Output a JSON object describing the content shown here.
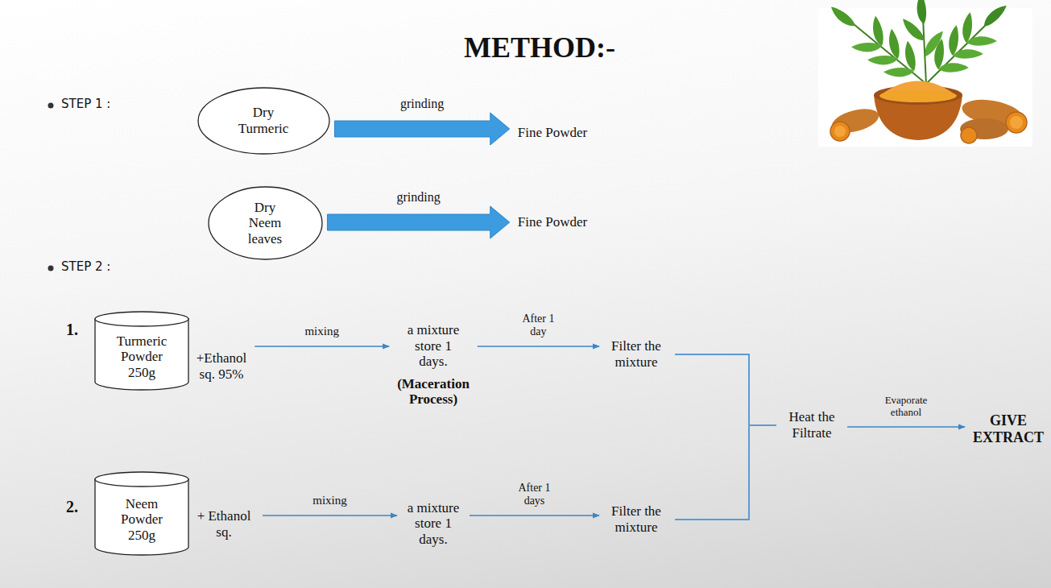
{
  "diagram": {
    "title": "METHOD:-",
    "nodes": [
      {
        "text": [
          "Dry Turmeric"
        ]
      },
      {
        "text": [
          "Fine Powder"
        ]
      },
      {
        "text": [
          "Dry Neem leaves"
        ]
      },
      {
        "text": [
          "Fine Powder"
        ]
      },
      {
        "text": [
          "Turmeric Powder 250g"
        ]
      },
      {
        "text": [
          "+Ethanol sq. 95%"
        ]
      },
      {
        "text": [
          "a mixture store 1 days.",
          "(Maceration Process)"
        ]
      },
      {
        "text": [
          "Filter the mixture"
        ]
      },
      {
        "text": [
          "Neem Powder 250g"
        ]
      },
      {
        "text": [
          "+ Ethanol sq."
        ]
      },
      {
        "text": [
          "a mixture store 1 days."
        ]
      },
      {
        "text": [
          "Filter the mixture"
        ]
      },
      {
        "text": [
          "Heat the Filtrate"
        ]
      },
      {
        "text": [
          "GIVE EXTRACT"
        ]
      }
    ],
    "edges": [
      {
        "from": 0,
        "to": 1,
        "arrow": "to",
        "label": "grinding"
      },
      {
        "from": 2,
        "to": 3,
        "arrow": "to",
        "label": "grinding"
      },
      {
        "from": 5,
        "to": 6,
        "arrow": "to",
        "label": "mixing"
      },
      {
        "from": 6,
        "to": 7,
        "arrow": "to",
        "label": "After 1 day"
      },
      {
        "from": 9,
        "to": 10,
        "arrow": "to",
        "label": "mixing"
      },
      {
        "from": 10,
        "to": 11,
        "arrow": "to",
        "label": "After 1 days"
      },
      {
        "from": 7,
        "to": 12,
        "arrow": "none"
      },
      {
        "from": 11,
        "to": 12,
        "arrow": "none"
      },
      {
        "from": 12,
        "to": 13,
        "arrow": "to",
        "label": "Evaporate ethanol"
      }
    ],
    "labels": [
      "STEP 1 :",
      "STEP 2 :",
      "1.",
      "2."
    ]
  }
}
